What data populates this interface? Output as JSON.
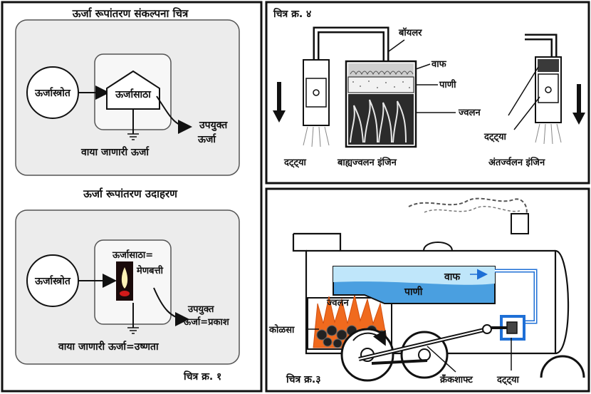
{
  "panel1": {
    "title": "ऊर्जा रूपांतरण संकल्पना  चित्र",
    "source": "ऊर्जास्त्रोत",
    "store": "ऊर्जासाठा",
    "useful_line1": "उपयुक्त",
    "useful_line2": "ऊर्जा",
    "wasted": "वाया जाणारी ऊर्जा"
  },
  "panel2": {
    "title": "ऊर्जा रूपांतरण उदाहरण",
    "source": "ऊर्जास्त्रोत",
    "store_line1": "ऊर्जासाठा=",
    "store_line2": "मेणबत्ती",
    "useful_line1": "उपयुक्त",
    "useful_line2": "ऊर्जा=प्रकाश",
    "wasted": "वाया जाणारी ऊर्जा=उष्णता",
    "caption": "चित्र क्र. १"
  },
  "panel3": {
    "caption": "चित्र क्र. ४",
    "boiler": "बॉयलर",
    "steam": "वाफ",
    "water": "पाणी",
    "combustion": "ज्वलन",
    "piston_left": "दट्ट्या",
    "external_engine": "बाह्यज्वलन इंजिन",
    "piston_right": "दट्ट्या",
    "internal_engine": "अंतर्ज्वलन इंजिन"
  },
  "panel4": {
    "steam": "वाफ",
    "water": "पाणी",
    "combustion": "ज्वलन",
    "coal": "कोळसा",
    "caption": "चित्र क्र.३",
    "crankshaft": "क्रँकशाफ्ट",
    "piston": "दट्ट्या"
  },
  "colors": {
    "panel_fill": "#ececec",
    "water_blue": "#4a9fe0",
    "steam_blue": "#bfe6fa",
    "pipe_blue": "#1e6fd6",
    "fire_orange": "#f06a1e"
  }
}
